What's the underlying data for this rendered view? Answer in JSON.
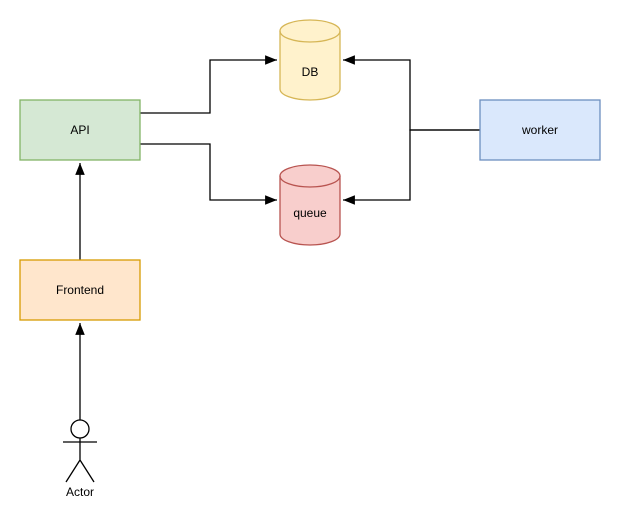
{
  "diagram": {
    "background": "#ffffff",
    "edge_color": "#000000",
    "nodes": {
      "api": {
        "label": "API",
        "shape": "rectangle",
        "fill": "#d5e8d4",
        "stroke": "#82b366"
      },
      "frontend": {
        "label": "Frontend",
        "shape": "rectangle",
        "fill": "#ffe6cc",
        "stroke": "#d79b00"
      },
      "worker": {
        "label": "worker",
        "shape": "rectangle",
        "fill": "#dae8fc",
        "stroke": "#6c8ebf"
      },
      "db": {
        "label": "DB",
        "shape": "cylinder",
        "fill": "#fff2cc",
        "stroke": "#d6b656"
      },
      "queue": {
        "label": "queue",
        "shape": "cylinder",
        "fill": "#f8cecc",
        "stroke": "#b85450"
      },
      "actor": {
        "label": "Actor",
        "shape": "actor",
        "fill": "#ffffff",
        "stroke": "#000000"
      }
    },
    "edges": [
      {
        "from": "API",
        "to": "DB"
      },
      {
        "from": "API",
        "to": "queue"
      },
      {
        "from": "worker",
        "to": "DB"
      },
      {
        "from": "worker",
        "to": "queue"
      },
      {
        "from": "Frontend",
        "to": "API"
      },
      {
        "from": "Actor",
        "to": "Frontend"
      }
    ]
  }
}
